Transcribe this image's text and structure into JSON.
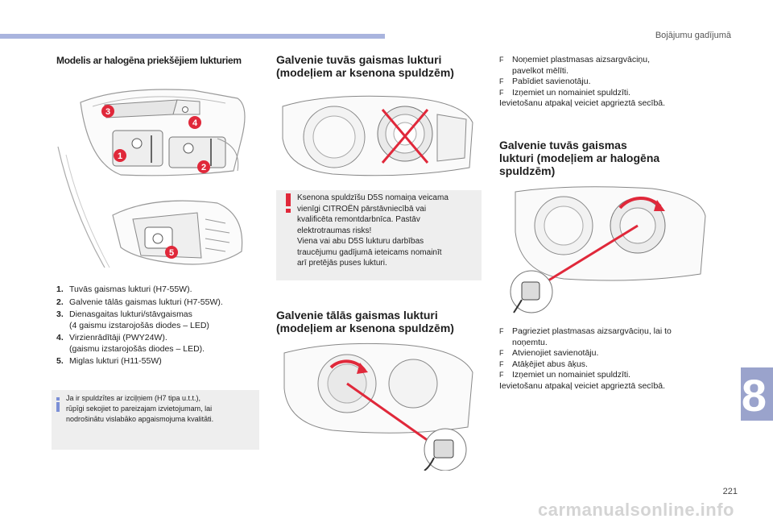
{
  "header": {
    "section_title": "Bojājumu gadījumā"
  },
  "left": {
    "heading": "Modelis ar halogēna priekšējiem lukturiem",
    "callouts": [
      "3",
      "4",
      "1",
      "2",
      "5"
    ],
    "items": [
      {
        "num": "1.",
        "lines": [
          "Tuvās gaismas lukturi (H7-55W)."
        ]
      },
      {
        "num": "2.",
        "lines": [
          "Galvenie tālās gaismas lukturi (H7-55W)."
        ]
      },
      {
        "num": "3.",
        "lines": [
          "Dienasgaitas lukturi/stāvgaismas",
          "(4 gaismu izstarojošās diodes – LED)"
        ]
      },
      {
        "num": "4.",
        "lines": [
          "Virzienrādītāji (PWY24W).",
          "(gaismu izstarojošās diodes – LED)."
        ]
      },
      {
        "num": "5.",
        "lines": [
          "Miglas lukturi (H11-55W)"
        ]
      }
    ],
    "info_lines": [
      "Ja ir spuldzītes ar izciļņiem (H7 tipa u.t.t.),",
      "rūpīgi sekojiet to pareizajam izvietojumam, lai",
      "nodrošinātu vislabāko apgaismojuma kvalitāti."
    ]
  },
  "middle": {
    "heading1": [
      "Galvenie tuvās gaismas lukturi",
      "(modeļiem ar ksenona spuldzēm)"
    ],
    "warning_lines": [
      "Ksenona spuldzīšu D5S nomaiņa veicama",
      "vienīgi CITROËN pārstāvniecībā vai",
      "kvalificēta remontdarbnīca. Pastāv",
      "elektrotraumas risks!",
      "Viena vai abu D5S lukturu darbības",
      "traucējumu gadījumā ieteicams nomainīt",
      "arī pretējās puses lukturi."
    ],
    "heading2": [
      "Galvenie tālās gaismas lukturi",
      "(modeļiem ar ksenona spuldzēm)"
    ]
  },
  "right": {
    "steps1": [
      {
        "bullet": "F",
        "lines": [
          "Noņemiet plastmasas aizsargvāciņu,",
          "pavelkot mēlīti."
        ]
      },
      {
        "bullet": "F",
        "lines": [
          "Pabīdiet savienotāju."
        ]
      },
      {
        "bullet": "F",
        "lines": [
          "Izņemiet un nomainiet spuldzīti."
        ]
      }
    ],
    "after1": "Ievietošanu atpakaļ veiciet apgrieztā secībā.",
    "heading": [
      "Galvenie tuvās gaismas",
      "lukturi (modeļiem ar halogēna",
      "spuldzēm)"
    ],
    "steps2": [
      {
        "bullet": "F",
        "lines": [
          "Pagrieziet plastmasas aizsargvāciņu, lai to",
          "noņemtu."
        ]
      },
      {
        "bullet": "F",
        "lines": [
          "Atvienojiet savienotāju."
        ]
      },
      {
        "bullet": "F",
        "lines": [
          "Atāķējiet abus āķus."
        ]
      },
      {
        "bullet": "F",
        "lines": [
          "Izņemiet un nomainiet spuldzīti."
        ]
      }
    ],
    "after2": "Ievietošanu atpakaļ veiciet apgrieztā secībā."
  },
  "footer": {
    "chapter": "8",
    "page_number": "221",
    "watermark": "carmanualsonline.info"
  },
  "colors": {
    "accent_bar": "#a9b4de",
    "callout_red": "#e0283a",
    "chapter_tab": "#9aa3cc",
    "info_icon": "#7b8fd6"
  }
}
